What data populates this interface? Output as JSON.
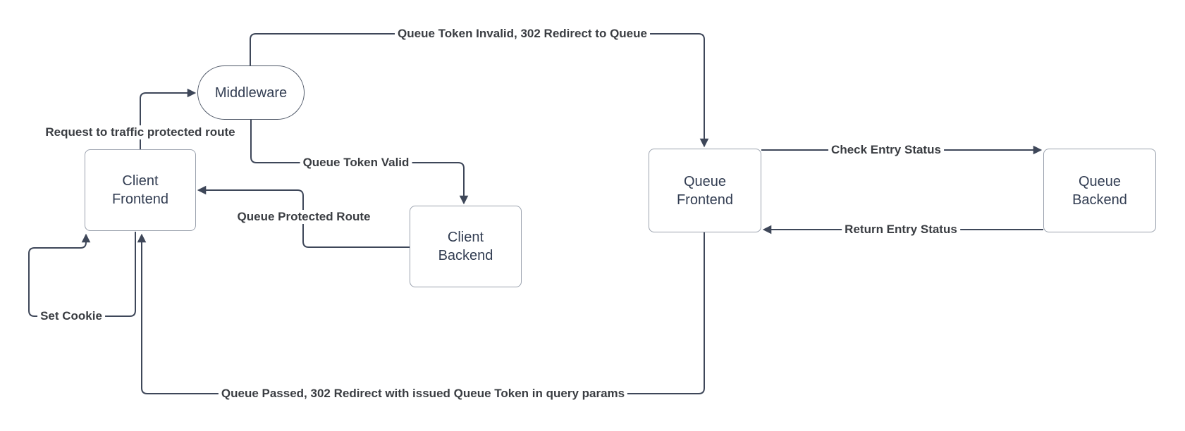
{
  "diagram": {
    "background": "#ffffff",
    "nodes": {
      "middleware": {
        "label": "Middleware",
        "lines": [
          "Middleware"
        ],
        "shape": "stadium"
      },
      "client_frontend": {
        "label": "Client Frontend",
        "lines": [
          "Client",
          "Frontend"
        ],
        "shape": "rounded-rect"
      },
      "client_backend": {
        "label": "Client Backend",
        "lines": [
          "Client",
          "Backend"
        ],
        "shape": "rounded-rect"
      },
      "queue_frontend": {
        "label": "Queue Frontend",
        "lines": [
          "Queue",
          "Frontend"
        ],
        "shape": "rounded-rect"
      },
      "queue_backend": {
        "label": "Queue Backend",
        "lines": [
          "Queue",
          "Backend"
        ],
        "shape": "rounded-rect"
      }
    },
    "edges": {
      "request_route": {
        "label": "Request to traffic protected route",
        "from": "Client Frontend",
        "to": "Middleware"
      },
      "token_invalid": {
        "label": "Queue Token Invalid, 302 Redirect to Queue",
        "from": "Middleware",
        "to": "Queue Frontend"
      },
      "token_valid": {
        "label": "Queue Token Valid",
        "from": "Middleware",
        "to": "Client Backend"
      },
      "protected_route": {
        "label": "Queue Protected Route",
        "from": "Client Backend",
        "to": "Client Frontend"
      },
      "set_cookie": {
        "label": "Set Cookie",
        "from": "Client Frontend",
        "to": "Client Frontend"
      },
      "check_entry": {
        "label": "Check Entry Status",
        "from": "Queue Frontend",
        "to": "Queue Backend"
      },
      "return_entry": {
        "label": "Return Entry Status",
        "from": "Queue Backend",
        "to": "Queue Frontend"
      },
      "queue_passed": {
        "label": "Queue Passed, 302 Redirect with issued Queue Token in query params",
        "from": "Queue Frontend",
        "to": "Client Frontend"
      }
    },
    "colors": {
      "edge_stroke": "#3e4759",
      "node_border": "#9aa1ad",
      "stadium_border": "#4c5565",
      "node_text": "#323d52",
      "label_text": "#3a3d42"
    }
  }
}
